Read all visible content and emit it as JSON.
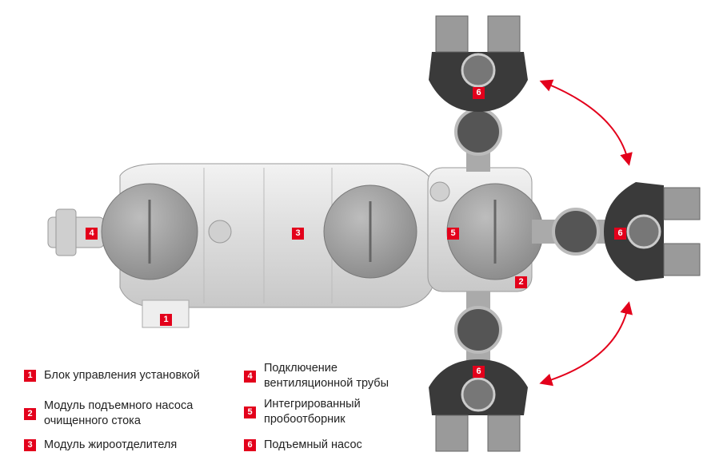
{
  "colors": {
    "accent": "#e3001b",
    "tank": "#e4e4e4",
    "pump": "#3a3a3a"
  },
  "callouts": [
    "1",
    "2",
    "3",
    "4",
    "5",
    "6",
    "6",
    "6"
  ],
  "legend": [
    {
      "num": "1",
      "text": "Блок управления установкой"
    },
    {
      "num": "2",
      "text": "Модуль подъемного насоса\nочищенного стока"
    },
    {
      "num": "3",
      "text": "Модуль жироотделителя"
    },
    {
      "num": "4",
      "text": "Подключение\nвентиляционной трубы"
    },
    {
      "num": "5",
      "text": "Интегрированный\nпробоотборник"
    },
    {
      "num": "6",
      "text": "Подъемный насос"
    }
  ]
}
